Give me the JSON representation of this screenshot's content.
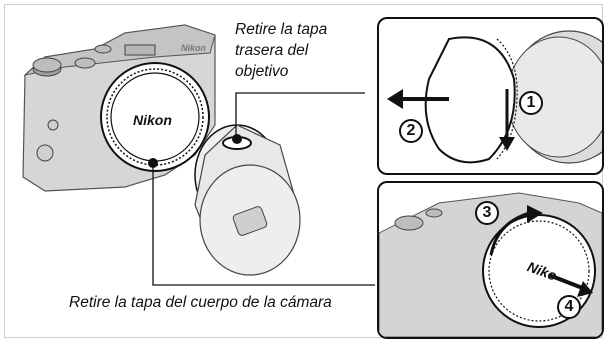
{
  "captions": {
    "rear_cap": [
      "Retire la tapa",
      "trasera del",
      "objetivo"
    ],
    "body_cap": "Retire la tapa del cuerpo de la cámara"
  },
  "steps": {
    "one": "1",
    "two": "2",
    "three": "3",
    "four": "4"
  },
  "brand": "Nikon",
  "brand_partial": "Niko",
  "colors": {
    "line": "#111111",
    "camera_fill": "#d9d9d9",
    "camera_shade": "#a9a9a9",
    "arrow": "#111111"
  }
}
